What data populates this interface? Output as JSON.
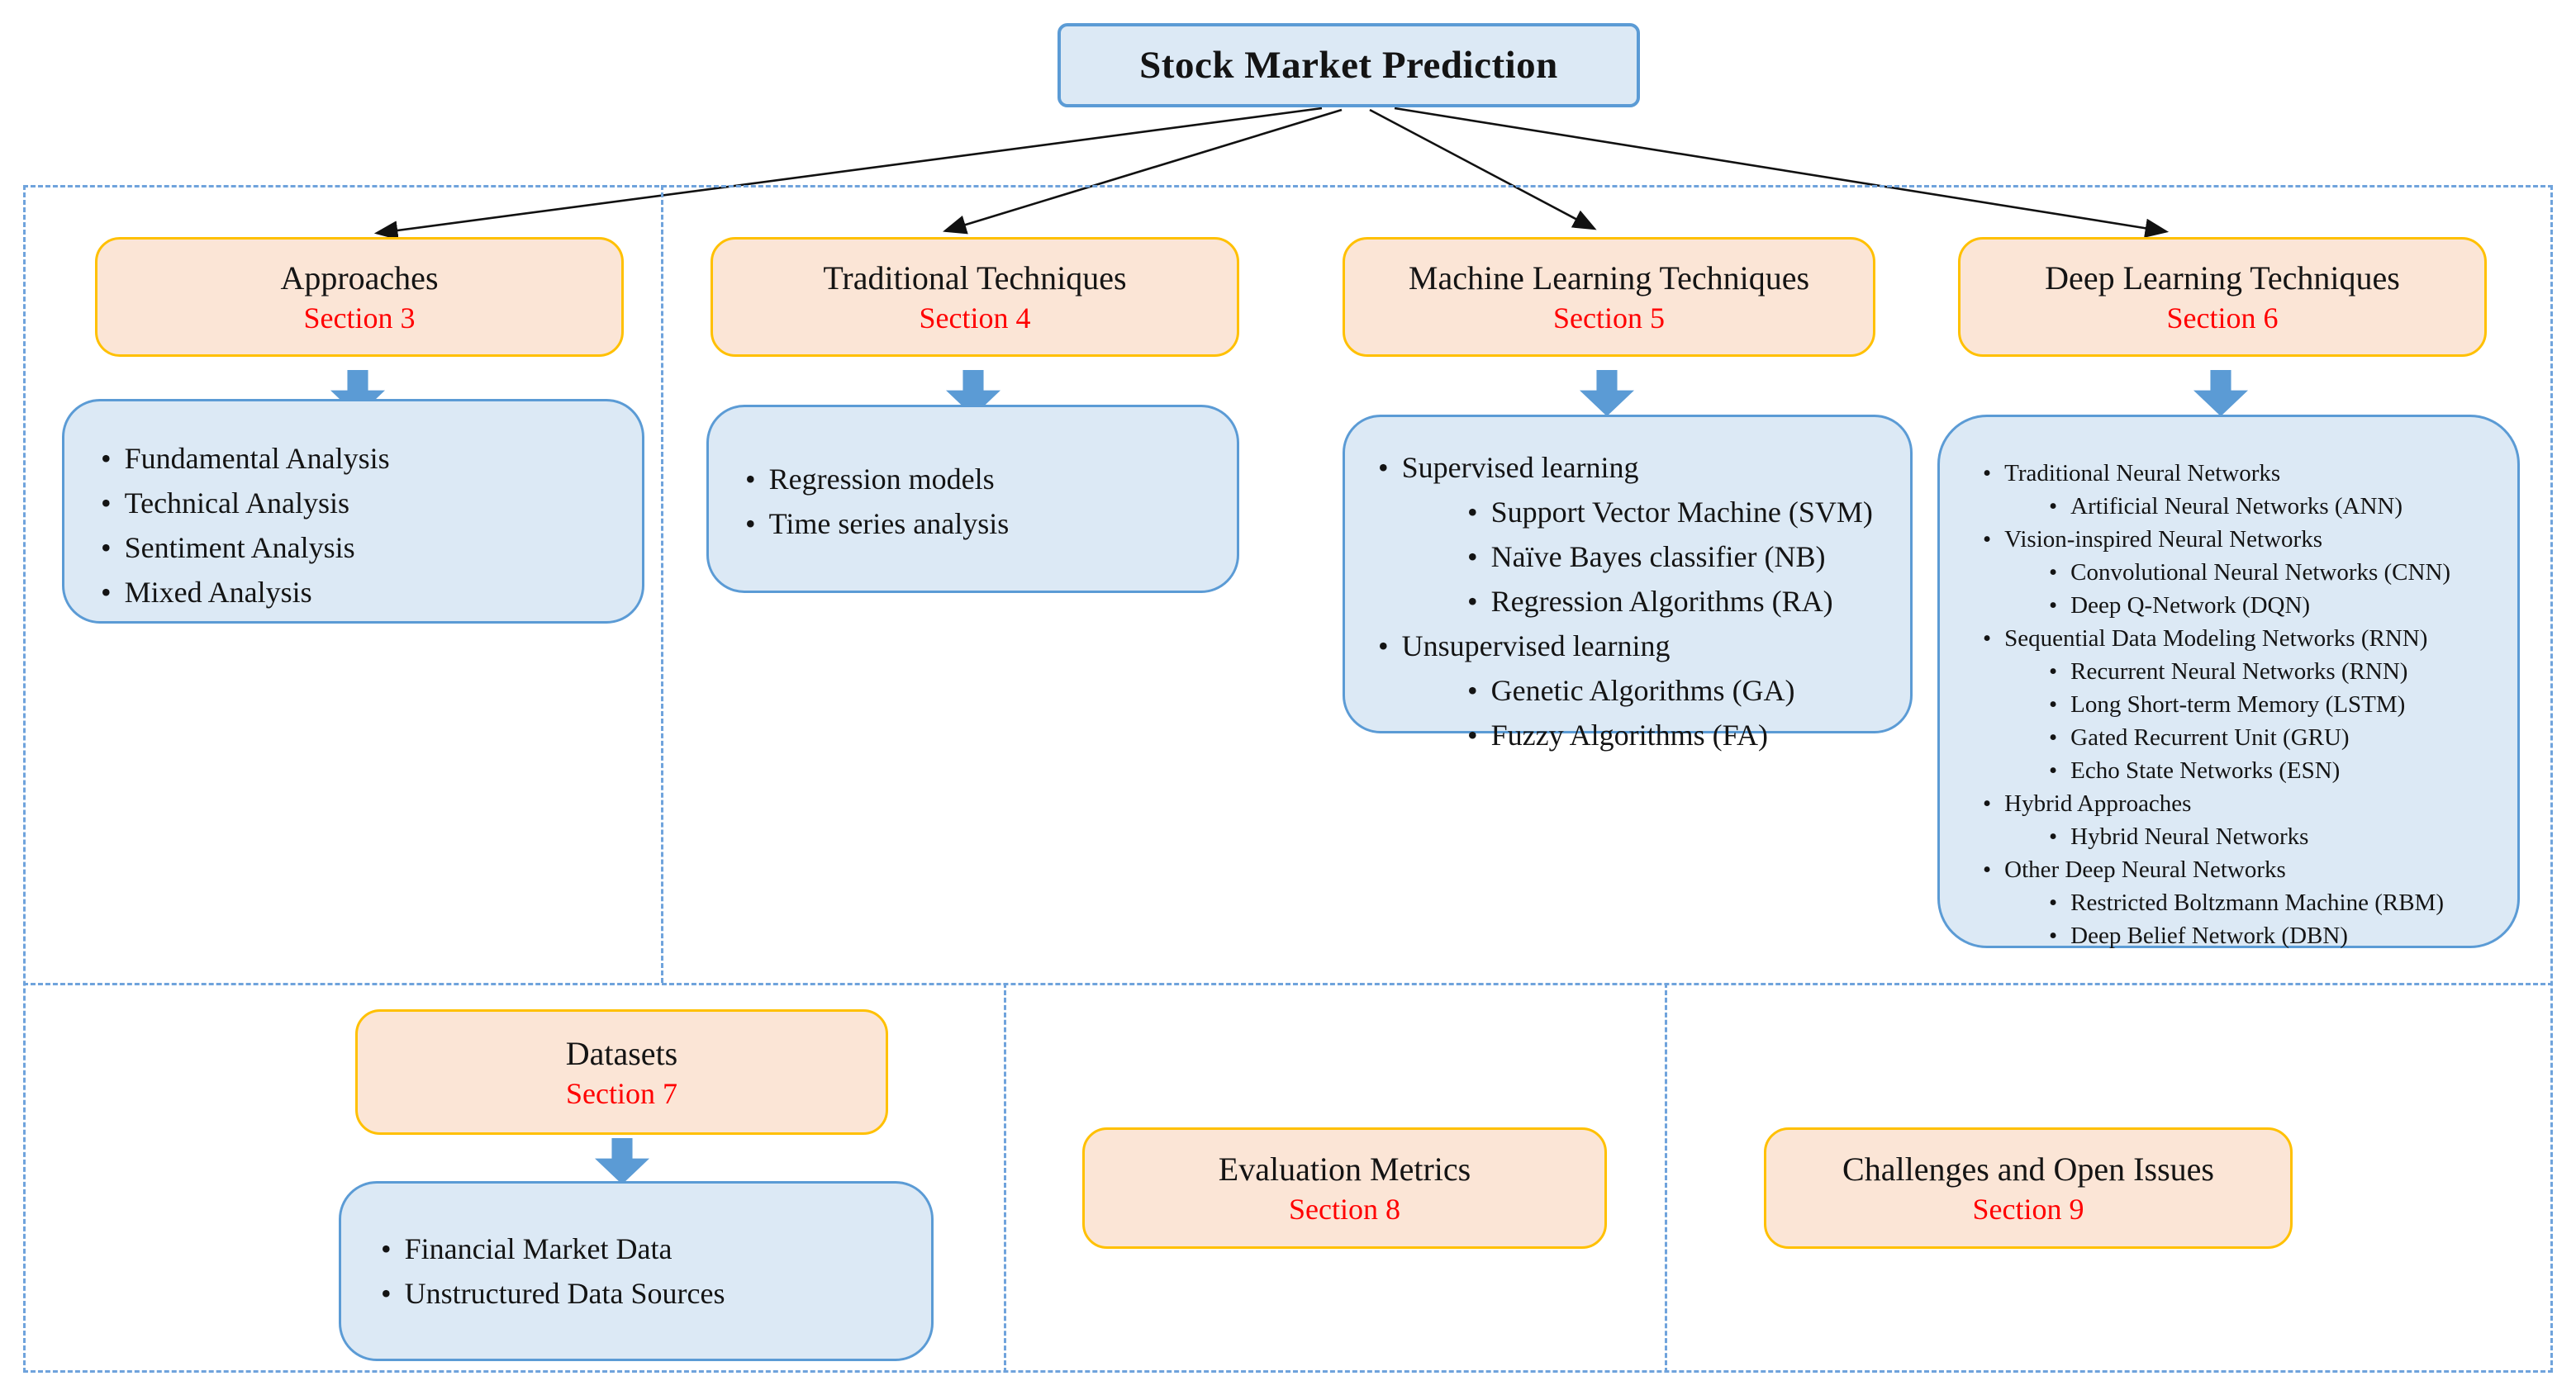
{
  "title": "Stock Market Prediction",
  "sections": {
    "approaches": {
      "header": "Approaches",
      "section": "Section 3",
      "items": [
        {
          "text": "Fundamental Analysis",
          "level": 1
        },
        {
          "text": "Technical Analysis",
          "level": 1
        },
        {
          "text": "Sentiment Analysis",
          "level": 1
        },
        {
          "text": "Mixed Analysis",
          "level": 1
        }
      ]
    },
    "traditional": {
      "header": "Traditional Techniques",
      "section": "Section 4",
      "items": [
        {
          "text": "Regression models",
          "level": 1
        },
        {
          "text": "Time series analysis",
          "level": 1
        }
      ]
    },
    "machine_learning": {
      "header": "Machine Learning Techniques",
      "section": "Section 5",
      "items": [
        {
          "text": "Supervised learning",
          "level": 1
        },
        {
          "text": "Support Vector Machine (SVM)",
          "level": 2
        },
        {
          "text": "Naïve Bayes classifier (NB)",
          "level": 2
        },
        {
          "text": "Regression Algorithms (RA)",
          "level": 2
        },
        {
          "text": "Unsupervised learning",
          "level": 1
        },
        {
          "text": "Genetic Algorithms (GA)",
          "level": 2
        },
        {
          "text": "Fuzzy Algorithms (FA)",
          "level": 2
        }
      ]
    },
    "deep_learning": {
      "header": "Deep Learning Techniques",
      "section": "Section 6",
      "items": [
        {
          "text": "Traditional Neural Networks",
          "level": 1
        },
        {
          "text": "Artificial Neural Networks (ANN)",
          "level": 2
        },
        {
          "text": "Vision-inspired Neural Networks",
          "level": 1
        },
        {
          "text": "Convolutional Neural Networks (CNN)",
          "level": 2
        },
        {
          "text": "Deep Q-Network (DQN)",
          "level": 2
        },
        {
          "text": "Sequential Data Modeling Networks (RNN)",
          "level": 1
        },
        {
          "text": "Recurrent Neural Networks (RNN)",
          "level": 2
        },
        {
          "text": "Long Short-term Memory (LSTM)",
          "level": 2
        },
        {
          "text": "Gated Recurrent Unit (GRU)",
          "level": 2
        },
        {
          "text": "Echo State Networks (ESN)",
          "level": 2
        },
        {
          "text": "Hybrid Approaches",
          "level": 1
        },
        {
          "text": "Hybrid Neural Networks",
          "level": 2
        },
        {
          "text": "Other Deep Neural Networks",
          "level": 1
        },
        {
          "text": "Restricted Boltzmann Machine (RBM)",
          "level": 2
        },
        {
          "text": "Deep Belief Network (DBN)",
          "level": 2
        }
      ]
    },
    "datasets": {
      "header": "Datasets",
      "section": "Section 7",
      "items": [
        {
          "text": "Financial Market Data",
          "level": 1
        },
        {
          "text": "Unstructured Data Sources",
          "level": 1
        }
      ]
    },
    "evaluation_metrics": {
      "header": "Evaluation Metrics",
      "section": "Section 8"
    },
    "challenges": {
      "header": "Challenges and Open Issues",
      "section": "Section 9"
    }
  },
  "colors": {
    "peach-fill": "#fbe5d6",
    "gold-border": "#ffc000",
    "blue-fill": "#dce9f5",
    "blue-border": "#5b9bd5",
    "dashed-border": "#6fa3dc",
    "arrow-fill": "#5b9bd5",
    "section-red": "#ff0000",
    "connector-black": "#111111"
  }
}
